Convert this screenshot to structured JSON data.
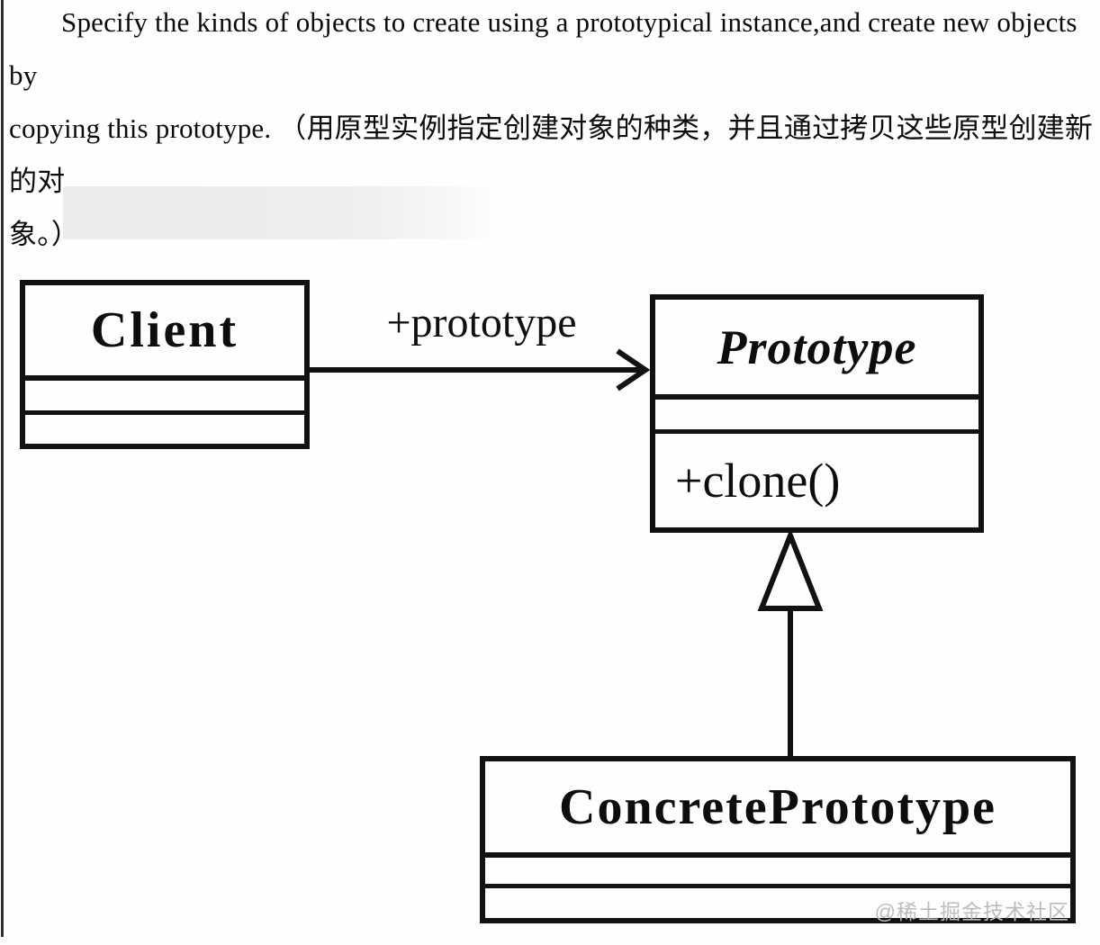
{
  "intro": {
    "lines": [
      "Specify the kinds of objects to create using a prototypical instance,and create new objects by",
      "copying this prototype. （用原型实例指定创建对象的种类，并且通过拷贝这些原型创建新的对",
      "象。）"
    ]
  },
  "diagram": {
    "client": {
      "title": "Client"
    },
    "association": {
      "label": "+prototype"
    },
    "prototype": {
      "title": "Prototype",
      "method": "+clone()"
    },
    "concrete_prototype": {
      "title": "ConcretePrototype"
    }
  },
  "watermark": {
    "text": "@稀土掘金技术社区"
  },
  "colors": {
    "ink": "#121212",
    "redaction_gray": "#ededed",
    "watermark_gray": "#bcbcbc"
  }
}
